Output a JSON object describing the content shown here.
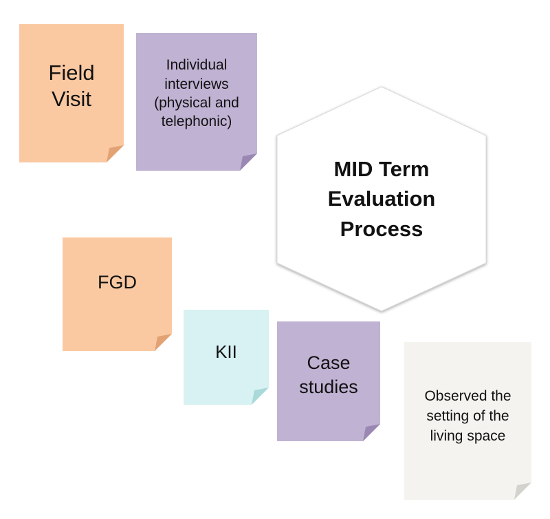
{
  "title": "MID Term Evaluation Process",
  "center": {
    "lines": [
      "MID Term",
      "Evaluation",
      "Process"
    ],
    "shape": "hexagon",
    "fill": "#ffffff"
  },
  "notes": [
    {
      "id": "field-visit",
      "lines": [
        "Field",
        "Visit"
      ],
      "color": "#FAC9A2",
      "fold_color": "#E3A274"
    },
    {
      "id": "individual-interviews",
      "lines": [
        "Individual",
        "interviews",
        "(physical and",
        "telephonic)"
      ],
      "color": "#C0B2D3",
      "fold_color": "#9A88B3"
    },
    {
      "id": "fgd",
      "lines": [
        "FGD"
      ],
      "color": "#FAC9A2",
      "fold_color": "#E3A274"
    },
    {
      "id": "kii",
      "lines": [
        "KII"
      ],
      "color": "#D8F1F3",
      "fold_color": "#A9D9D9"
    },
    {
      "id": "case-studies",
      "lines": [
        "Case",
        "studies"
      ],
      "color": "#C0B2D3",
      "fold_color": "#9A88B3"
    },
    {
      "id": "observation",
      "lines": [
        "Observed the",
        "setting of the",
        "living space"
      ],
      "color": "#F4F3EF",
      "fold_color": "#D3D2CC"
    }
  ]
}
